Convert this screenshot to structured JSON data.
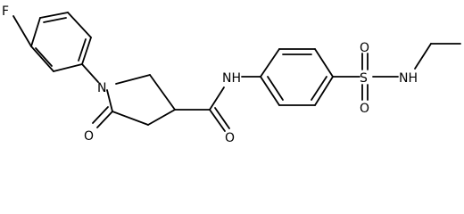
{
  "atoms": {
    "fluorine": "F",
    "ring_nitrogen": "N",
    "ketone_oxygen": "O",
    "amide_oxygen": "O",
    "amide_nh": "NH",
    "sulfur": "S",
    "sulfonyl_oxygen_top": "O",
    "sulfonyl_oxygen_bottom": "O",
    "sulfonamide_nh": "NH"
  }
}
